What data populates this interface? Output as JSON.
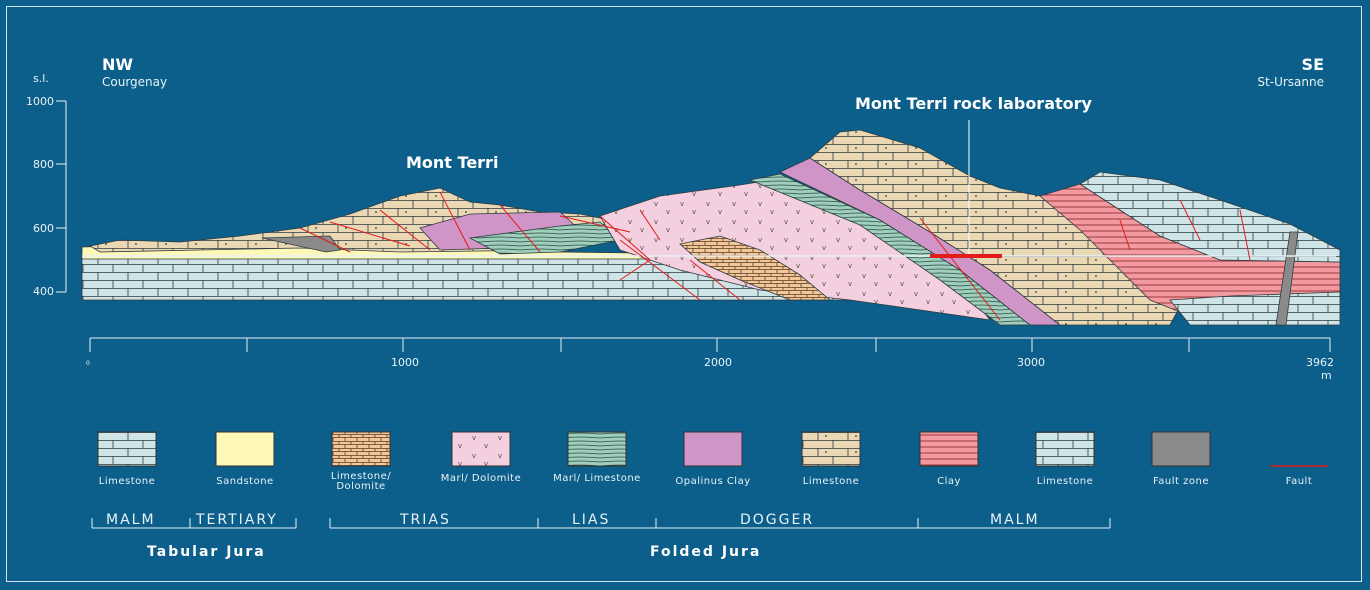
{
  "orientation": {
    "left": {
      "dir": "NW",
      "place": "Courgenay"
    },
    "right": {
      "dir": "SE",
      "place": "St-Ursanne"
    }
  },
  "elevation_axis": {
    "unit": "s.l.",
    "ticks": [
      "1000",
      "800",
      "600",
      "400"
    ]
  },
  "distance_axis": {
    "ticks": [
      "0",
      "1000",
      "2000",
      "3000",
      "3962"
    ],
    "unit": "m"
  },
  "labels": {
    "peak": "Mont Terri",
    "lab": "Mont Terri rock laboratory"
  },
  "legend": [
    {
      "label": "Limestone",
      "pattern": "limestone-blue",
      "color": "#cfe4e6"
    },
    {
      "label": "Sandstone",
      "pattern": "sandstone",
      "color": "#fdf7b8"
    },
    {
      "label": "Limestone/ Dolomite",
      "pattern": "brick",
      "color": "#f2c89a"
    },
    {
      "label": "Marl/ Dolomite",
      "pattern": "marl-dolomite",
      "color": "#f4cfe0"
    },
    {
      "label": "Marl/ Limestone",
      "pattern": "marl-limestone",
      "color": "#9fd0bd"
    },
    {
      "label": "Opalinus Clay",
      "pattern": "opalinus",
      "color": "#cf95c6"
    },
    {
      "label": "Limestone",
      "pattern": "limestone-tan",
      "color": "#ead8b4"
    },
    {
      "label": "Clay",
      "pattern": "clay",
      "color": "#f39aa0"
    },
    {
      "label": "Limestone",
      "pattern": "limestone-blue",
      "color": "#cfe4e6"
    },
    {
      "label": "Fault zone",
      "pattern": "fault-zone",
      "color": "#8a8a8a"
    },
    {
      "label": "Fault",
      "pattern": "fault-line",
      "color": "#e21b1b"
    }
  ],
  "units": [
    {
      "label": "MALM"
    },
    {
      "label": "TERTIARY"
    },
    {
      "label": "TRIAS"
    },
    {
      "label": "LIAS"
    },
    {
      "label": "DOGGER"
    },
    {
      "label": "MALM"
    }
  ],
  "groups": [
    {
      "label": "Tabular Jura"
    },
    {
      "label": "Folded Jura"
    }
  ]
}
